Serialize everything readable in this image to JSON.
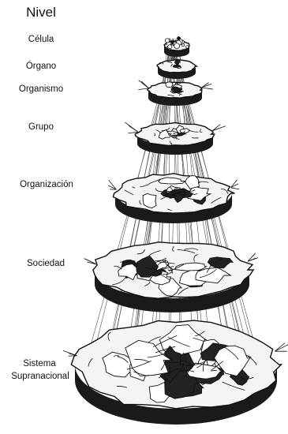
{
  "header": {
    "title": "Nivel"
  },
  "levels": [
    {
      "label": "Célula"
    },
    {
      "label": "Órgano"
    },
    {
      "label": "Organismo"
    },
    {
      "label": "Grupo"
    },
    {
      "label": "Organización"
    },
    {
      "label": "Sociedad"
    },
    {
      "label_line1": "Sistema",
      "label_line2": "Supranacional"
    }
  ]
}
